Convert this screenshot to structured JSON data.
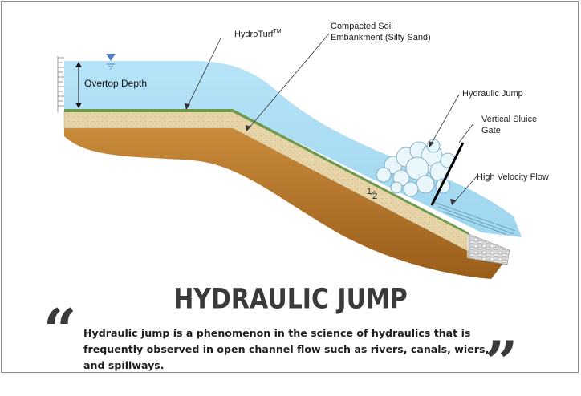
{
  "diagram": {
    "labels": {
      "hydroturf": "HydroTurf",
      "hydroturf_tm": "TM",
      "compacted_soil_line1": "Compacted Soil",
      "compacted_soil_line2": "Embankment (Silty Sand)",
      "hydraulic_jump": "Hydraulic Jump",
      "sluice_gate_line1": "Vertical Sluice",
      "sluice_gate_line2": "Gate",
      "high_velocity_flow": "High Velocity Flow",
      "overtop_depth": "Overtop Depth",
      "slope_ratio_rise": "1",
      "slope_ratio_run": "2"
    },
    "colors": {
      "water": "#a9dcf3",
      "soil_fill": "#e6d3a6",
      "foundation": "#b7772b",
      "hydroturf_layer": "#6f9a4c",
      "gate": "#000000"
    }
  },
  "title": "HYDRAULIC JUMP",
  "description": "Hydraulic jump is a phenomenon in the science of hydraulics that is frequently observed in open channel flow such as rivers, canals, wiers, and spillways.",
  "quote_open": "“",
  "quote_close": "”"
}
